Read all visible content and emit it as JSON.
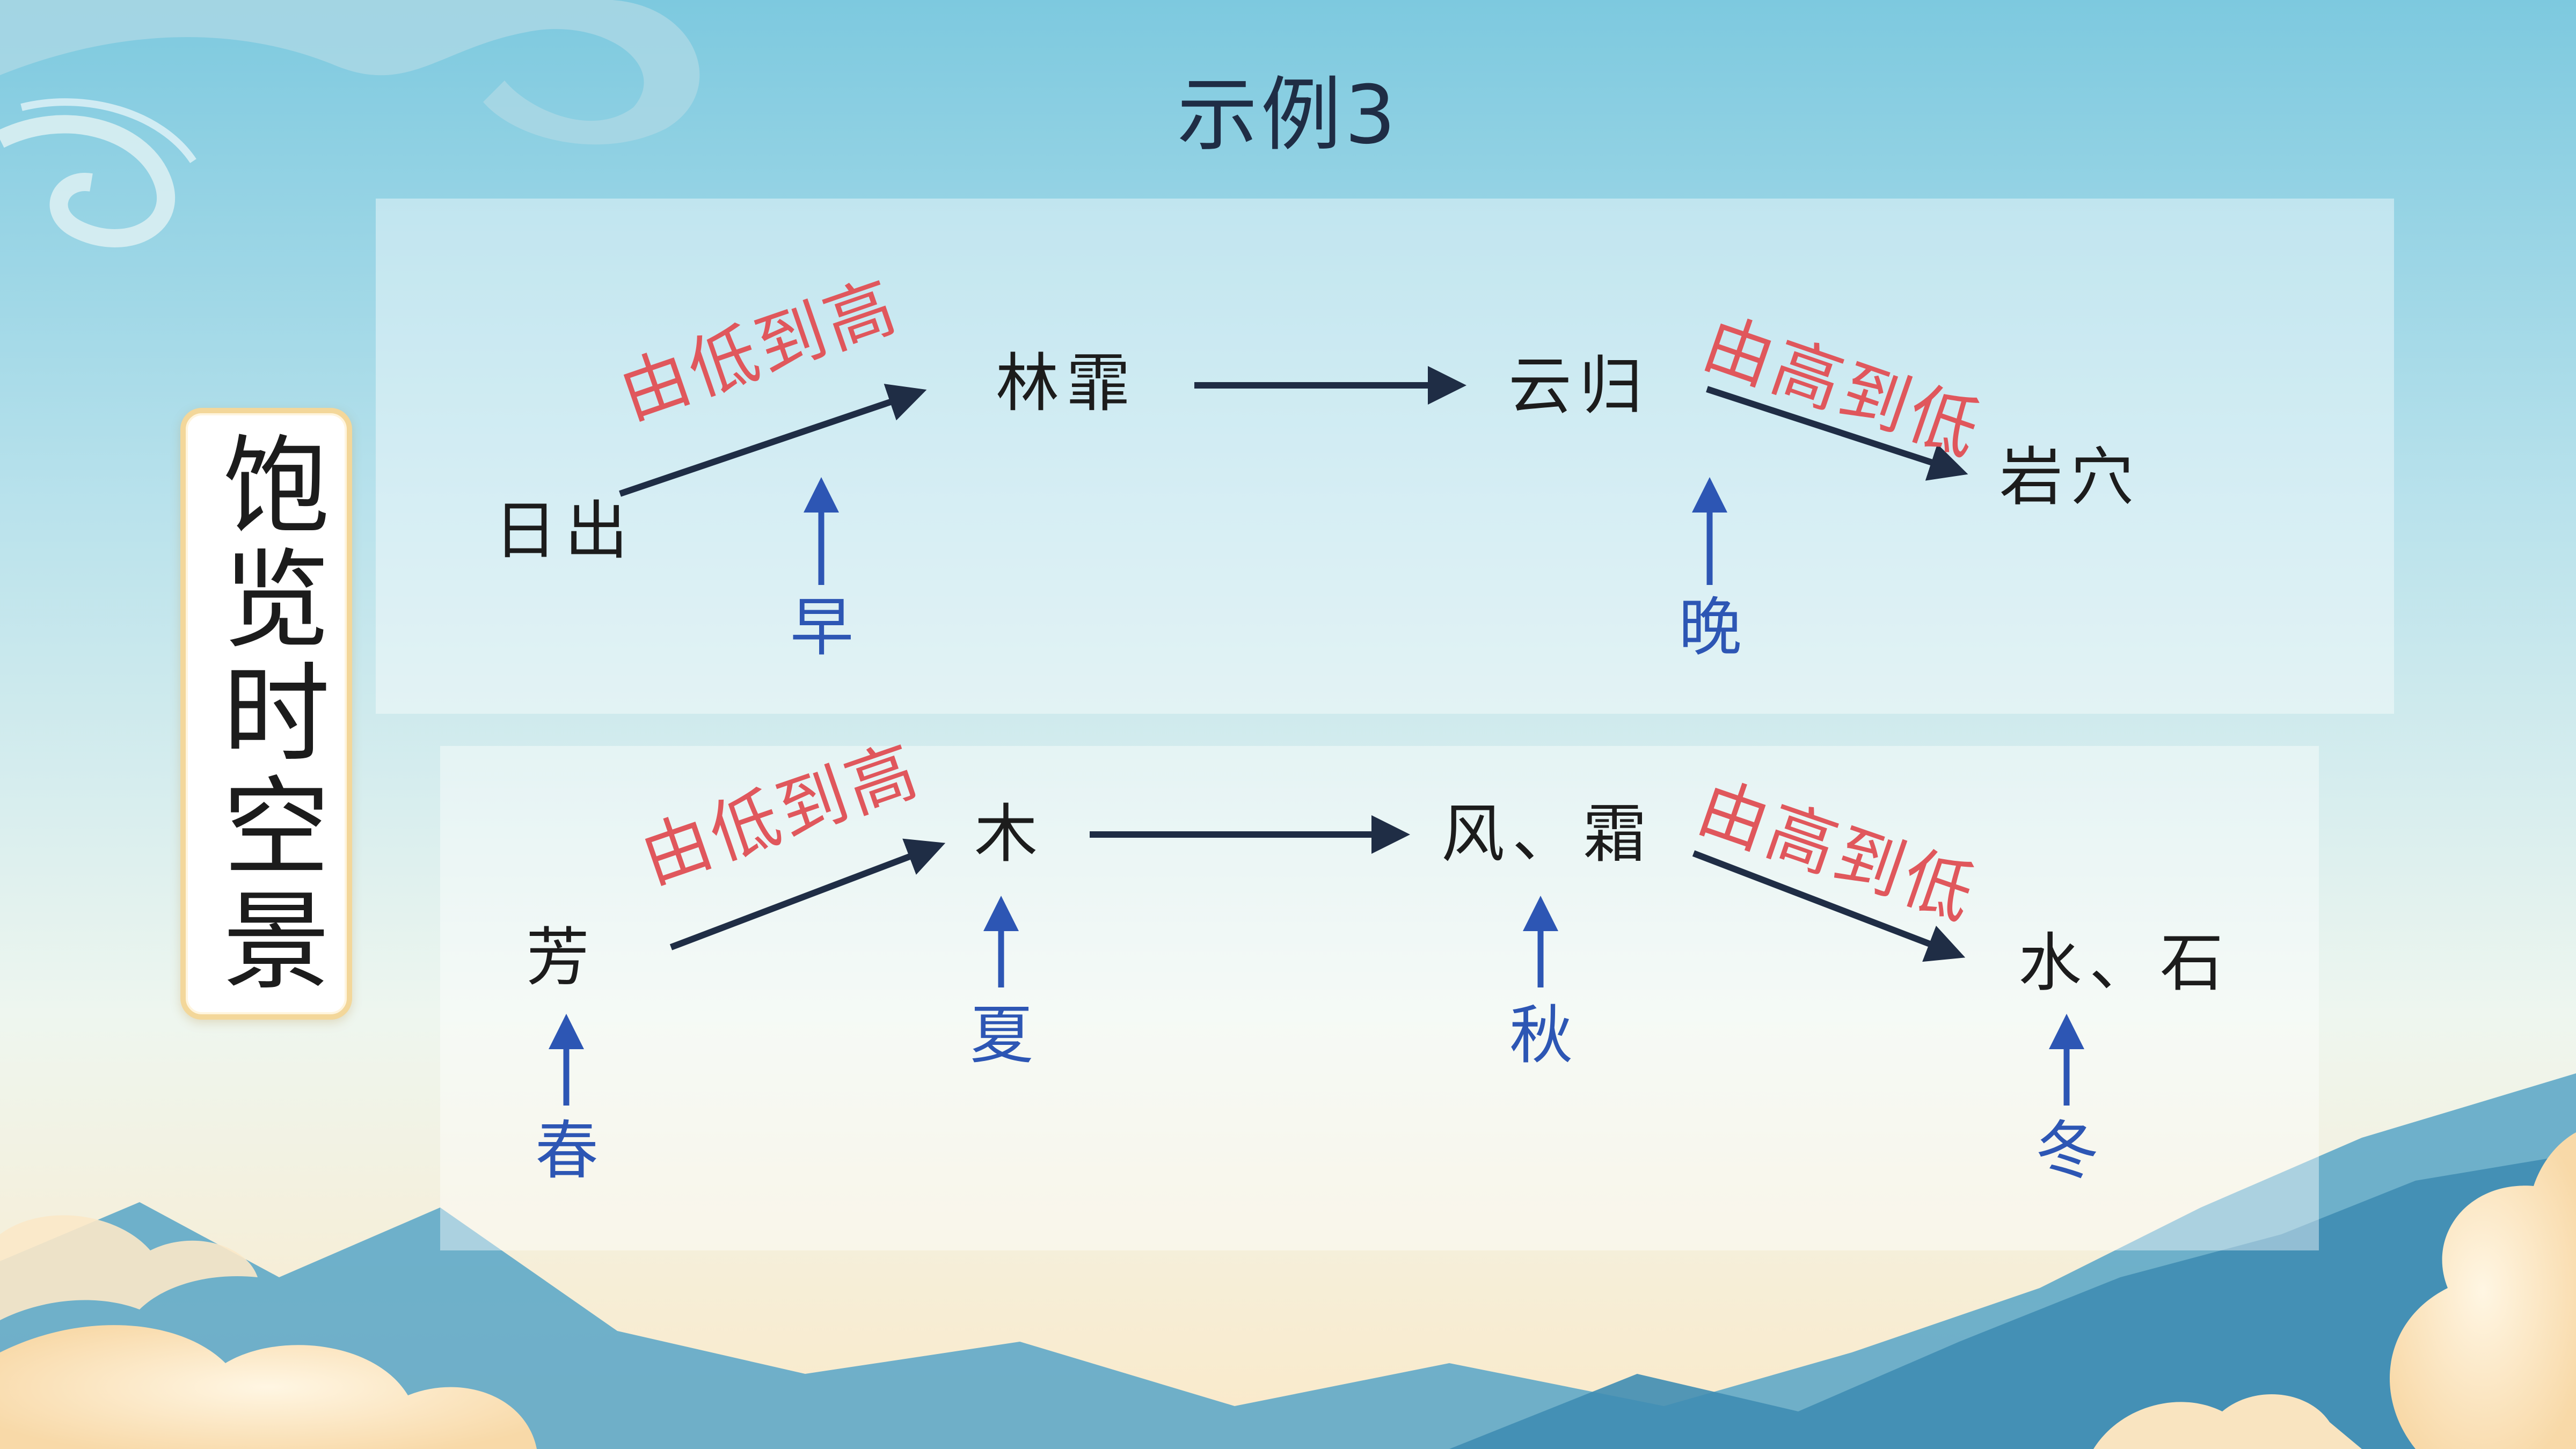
{
  "title": "示例3",
  "side_label": "饱览时空景",
  "row1": {
    "nodes": [
      "日出",
      "林霏",
      "云归",
      "岩穴"
    ],
    "relations": [
      "由低到高",
      "由高到低"
    ],
    "times": [
      "早",
      "晚"
    ]
  },
  "row2": {
    "nodes": [
      "芳",
      "木",
      "风、霜",
      "水、石"
    ],
    "relations": [
      "由低到高",
      "由高到低"
    ],
    "times": [
      "春",
      "夏",
      "秋",
      "冬"
    ]
  },
  "colors": {
    "relation": "#e0575c",
    "time": "#2d56b4",
    "arrow_dark": "#1f2d45",
    "arrow_blue": "#2d56b4"
  }
}
